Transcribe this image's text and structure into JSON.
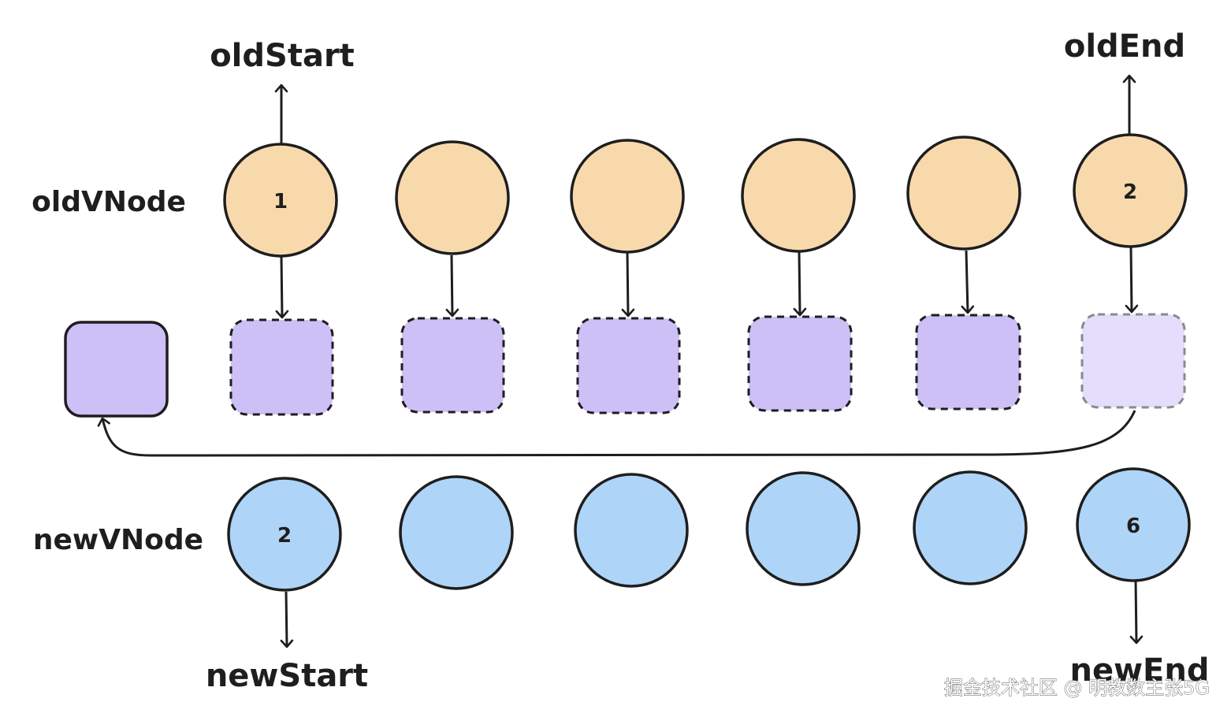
{
  "labels": {
    "old_start": "oldStart",
    "old_end": "oldEnd",
    "old_vnode": "oldVNode",
    "new_vnode": "newVNode",
    "new_start": "newStart",
    "new_end": "newEnd"
  },
  "old_nodes": [
    "1",
    "",
    "",
    "",
    "",
    "2"
  ],
  "new_nodes": [
    "2",
    "",
    "",
    "",
    "",
    "6"
  ],
  "watermark": "掘金技术社区 @ 明教数主张5G",
  "colors": {
    "old_node_fill": "#f8d9ac",
    "new_node_fill": "#aed4f8",
    "dom_fill": "#cdc0f7",
    "dom_faded_fill": "#e4ddfb",
    "stroke": "#1e1e1e",
    "faded_stroke": "#8a8a8a"
  }
}
